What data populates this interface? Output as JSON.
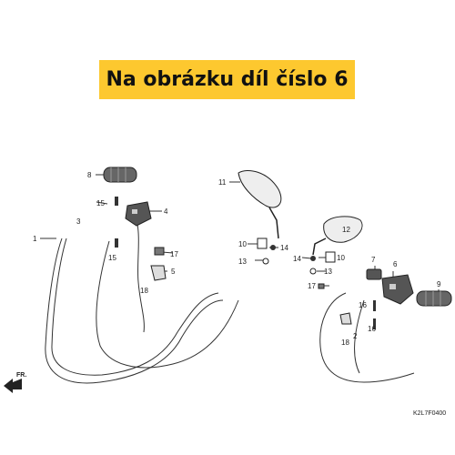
{
  "banner": {
    "text": "Na obrázku díl číslo 6",
    "color": "#fdc82f"
  },
  "diagram_code": "K2L7F0400",
  "direction_label": "FR.",
  "callouts": [
    "1",
    "2",
    "3",
    "4",
    "5",
    "6",
    "7",
    "8",
    "9",
    "10",
    "10",
    "11",
    "12",
    "13",
    "13",
    "14",
    "14",
    "15",
    "15",
    "16",
    "16",
    "17",
    "17",
    "18",
    "18"
  ]
}
